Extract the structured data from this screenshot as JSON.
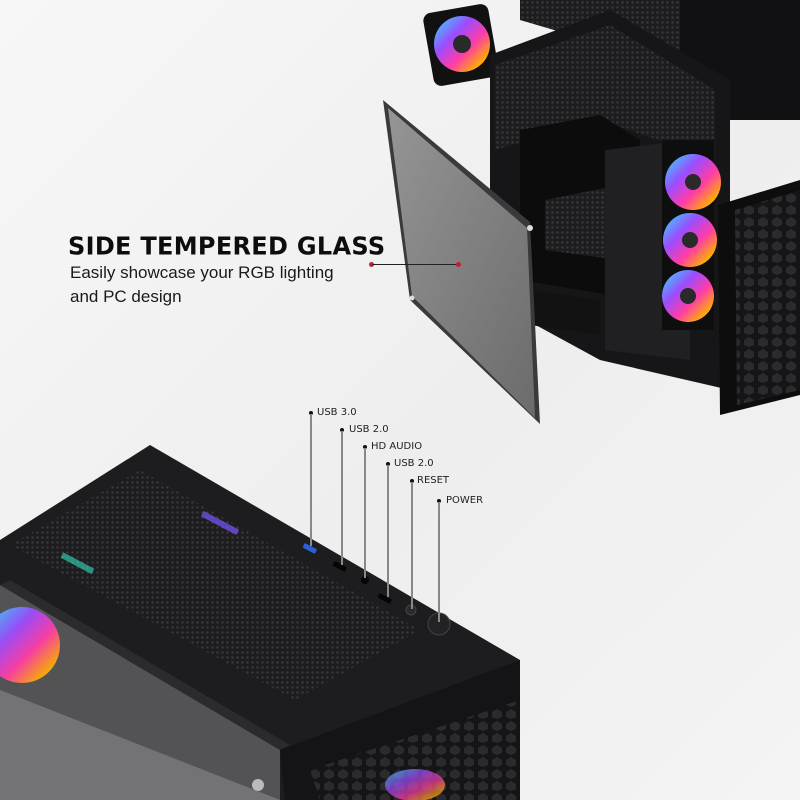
{
  "feature": {
    "title": "SIDE TEMPERED GLASS",
    "description_line1": "Easily showcase your RGB lighting",
    "description_line2": "and PC design"
  },
  "io_ports": [
    {
      "label": "USB 3.0"
    },
    {
      "label": "USB 2.0"
    },
    {
      "label": "HD AUDIO"
    },
    {
      "label": "USB 2.0"
    },
    {
      "label": "RESET"
    },
    {
      "label": "POWER"
    }
  ],
  "colors": {
    "background": "#f2f2f2",
    "case_body": "#1c1c1e",
    "glass_panel": "#8a8a8a",
    "callout_dot": "#c0203a",
    "usb3_port": "#2b5fd9"
  }
}
